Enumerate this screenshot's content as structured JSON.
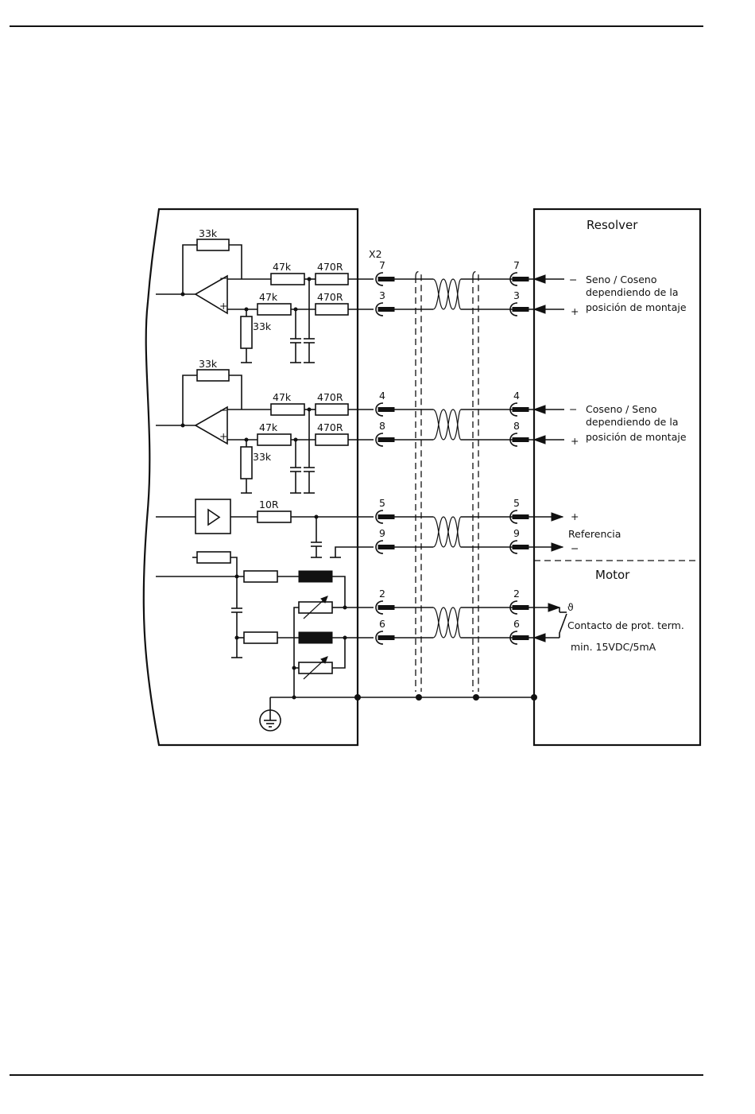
{
  "connector": "X2",
  "amplifier": {
    "r_feedback": "33k",
    "r_47k": "47k",
    "r_470r": "470R",
    "r_33k": "33k",
    "r_10r": "10R"
  },
  "pins": {
    "sin_a": "7",
    "sin_b": "3",
    "cos_a": "4",
    "cos_b": "8",
    "ref_a": "5",
    "ref_b": "9",
    "th_a": "2",
    "th_b": "6"
  },
  "resolver": {
    "title": "Resolver",
    "sine_lines": [
      "Seno / Coseno",
      "dependiendo de la",
      "posición de montaje"
    ],
    "cosine_lines": [
      "Coseno / Seno",
      "dependiendo de la",
      "posición de montaje"
    ],
    "reference": "Referencia",
    "minus": "−",
    "plus": "+"
  },
  "motor": {
    "title": "Motor",
    "thermal_contact": "Contacto de prot. term.",
    "thermal_spec": "min. 15VDC/5mA",
    "theta_symbol": "ϑ"
  }
}
